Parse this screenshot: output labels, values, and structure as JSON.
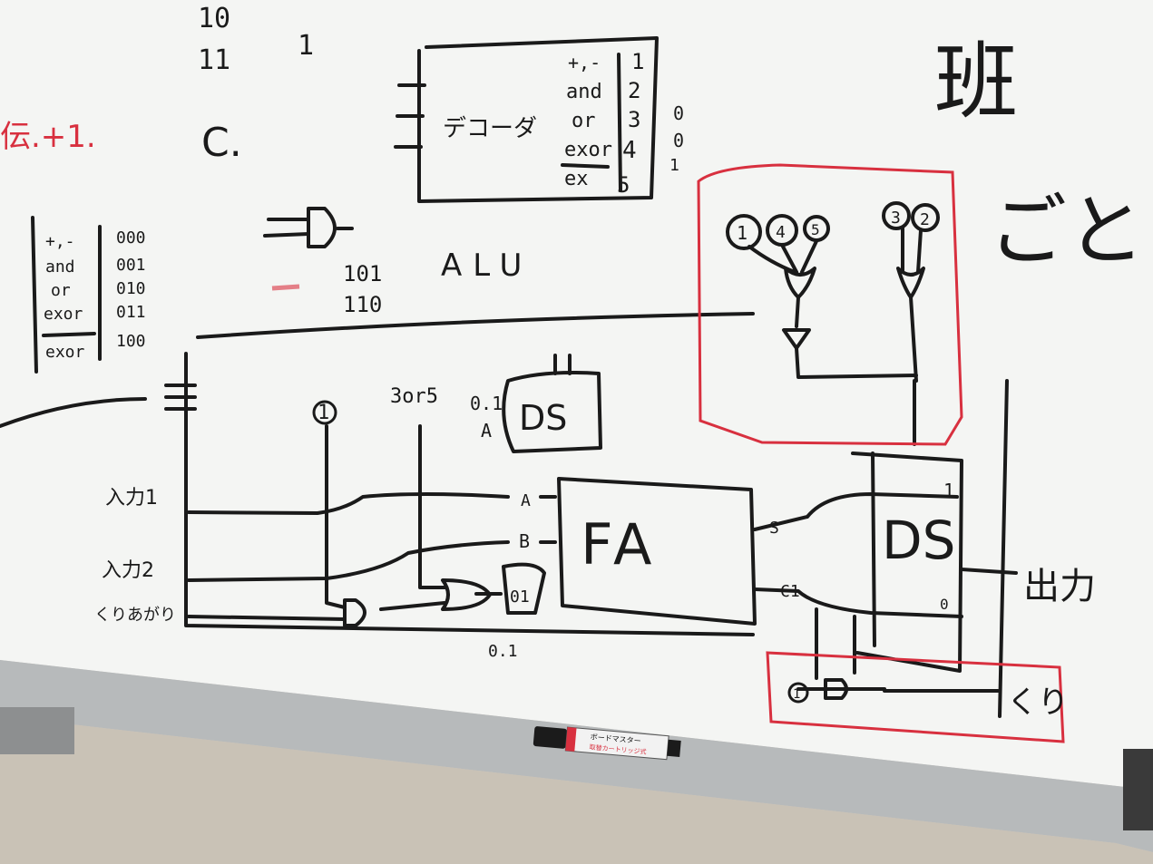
{
  "board": {
    "title_label": "ALU",
    "decoder_label": "デコーダ",
    "top_digits": [
      "10",
      "11"
    ],
    "top_right_digit": "1",
    "c_label": "C.",
    "nand_digits": [
      "101",
      "110"
    ],
    "red_left_text": "伝.+1.",
    "kanji_right": [
      "班",
      "ごと"
    ],
    "decoder_ops": [
      "+,-",
      "and",
      "or",
      "exor",
      "ex"
    ],
    "decoder_numbers": [
      "1",
      "2",
      "3",
      "4",
      "5"
    ],
    "decoder_side_digits": [
      "0",
      "0",
      "1"
    ],
    "table_ops": [
      "+,-",
      "and",
      "or",
      "exor",
      "exor"
    ],
    "table_codes": [
      "000",
      "001",
      "010",
      "011",
      "100"
    ],
    "inputs": [
      "入力1",
      "入力2",
      "くりあがり"
    ],
    "adder_label": "FA",
    "ds_label": "DS",
    "ds_small_label": "DS",
    "ds_small_prefix": "0.1",
    "ds_small_a": "A",
    "top_marks": [
      "1",
      "3or5"
    ],
    "fa_pins": [
      "A",
      "B"
    ],
    "fa_outs": [
      "S",
      "C1"
    ],
    "or_out_label": "01",
    "or_bottom_label": "0.1",
    "ds_corner": [
      "1",
      "0"
    ],
    "output_label": "出力",
    "carry_label": "くり",
    "circled_nums_left": [
      "1",
      "4",
      "5"
    ],
    "circled_nums_right": [
      "3",
      "2"
    ],
    "carry_circle": "1"
  },
  "marker": {
    "brand_label": "ボードマスター",
    "sub_label": "取替カートリッジ式"
  },
  "colors": {
    "board": "#f4f5f3",
    "ink": "#1a1a1a",
    "red_ink": "#d8303f",
    "tray": "#b9bcbd",
    "wall": "#cfcac2"
  }
}
